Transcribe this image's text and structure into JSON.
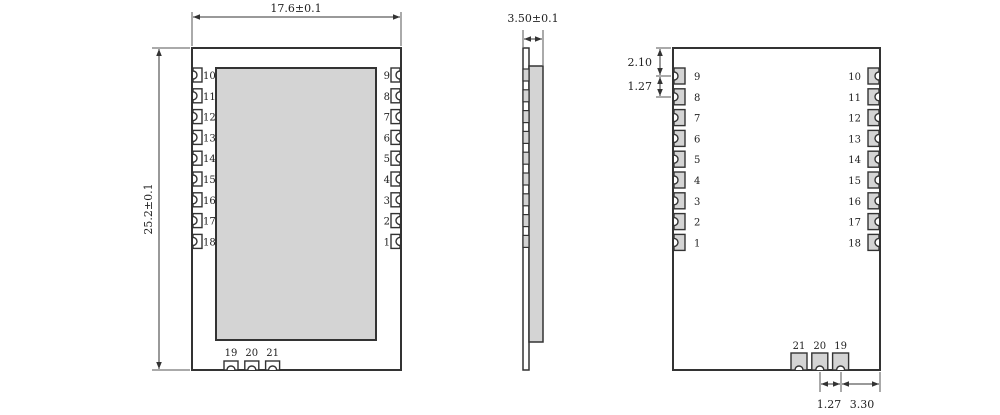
{
  "top_view": {
    "width_dim": "17.6±0.1",
    "height_dim": "25.2±0.1",
    "left_pins": [
      "10",
      "11",
      "12",
      "13",
      "14",
      "15",
      "16",
      "17",
      "18"
    ],
    "right_pins": [
      "9",
      "8",
      "7",
      "6",
      "5",
      "4",
      "3",
      "2",
      "1"
    ],
    "bottom_pins": [
      "19",
      "20",
      "21"
    ]
  },
  "side_view": {
    "thickness_dim": "3.50±0.1"
  },
  "bottom_view": {
    "left_pins": [
      "9",
      "8",
      "7",
      "6",
      "5",
      "4",
      "3",
      "2",
      "1"
    ],
    "right_pins": [
      "10",
      "11",
      "12",
      "13",
      "14",
      "15",
      "16",
      "17",
      "18"
    ],
    "bottom_pins": [
      "21",
      "20",
      "19"
    ],
    "pin1_offset_dim": "2.10",
    "pitch_dim_side": "1.27",
    "pitch_dim_bottom": "1.27",
    "edge_dim_bottom": "3.30"
  },
  "colors": {
    "line": "#333333",
    "shield": "#d4d4d4",
    "pad": "#d4d4d4"
  }
}
